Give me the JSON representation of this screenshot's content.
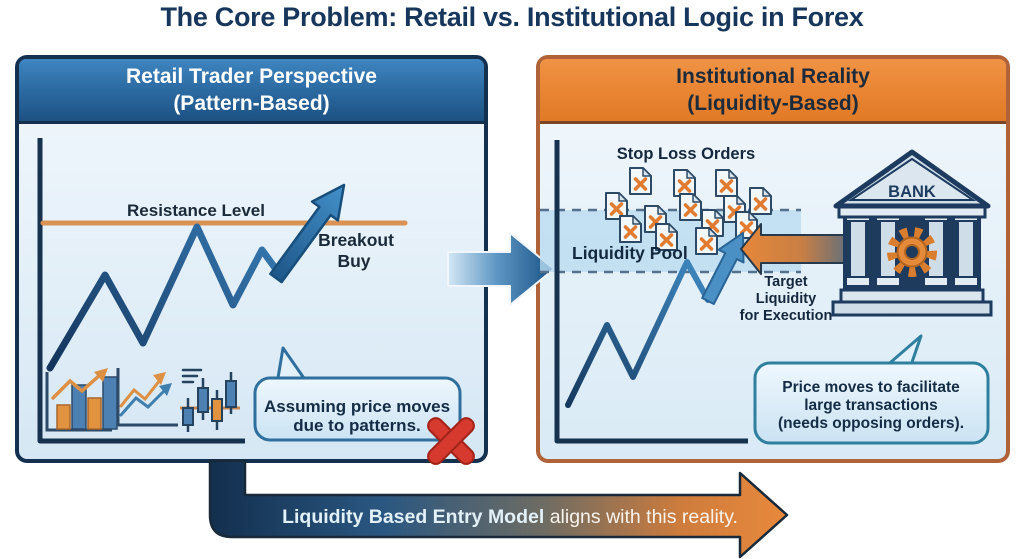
{
  "title": "The Core Problem: Retail vs. Institutional Logic in Forex",
  "left_panel": {
    "header_line1": "Retail Trader Perspective",
    "header_line2": "(Pattern-Based)",
    "resistance_label": "Resistance Level",
    "breakout_line1": "Breakout",
    "breakout_line2": "Buy",
    "bubble_line1": "Assuming price moves",
    "bubble_line2": "due to patterns."
  },
  "right_panel": {
    "header_line1": "Institutional Reality",
    "header_line2": "(Liquidity-Based)",
    "stop_loss_label": "Stop Loss Orders",
    "liquidity_pool_label": "Liquidity Pool",
    "bank_label": "BANK",
    "target_line1": "Target",
    "target_line2": "Liquidity",
    "target_line3": "for Execution",
    "bubble_line1": "Price moves to facilitate",
    "bubble_line2": "large transactions",
    "bubble_line3": "(needs opposing orders)."
  },
  "banner": {
    "bold_text": "Liquidity Based Entry Model",
    "regular_text": " aligns with this reality."
  },
  "icons": {
    "stop_loss_documents_count": 13,
    "names": [
      "bar-chart-icon",
      "line-chart-icon",
      "candlestick-chart-icon",
      "breakout-arrow-icon",
      "flow-arrow-icon",
      "stop-loss-doc-icon",
      "sweep-arrow-icon",
      "bank-arrow-icon",
      "bank-icon",
      "gear-icon",
      "red-x-icon",
      "banner-arrow"
    ]
  },
  "colors": {
    "title_navy": "#16365b",
    "left_header_blue": "#2a689f",
    "right_header_orange": "#e88432",
    "resistance_orange": "#da9254",
    "price_line_dark": "#14355c",
    "price_line_light": "#3c86c2",
    "pool_band_blue": "#badcf1",
    "doc_x_orange": "#e07b2f",
    "red_x": "#d6392e",
    "banner_navy": "#132f4e",
    "banner_orange": "#e8893c",
    "bubble_border": "#2f7f9e"
  }
}
